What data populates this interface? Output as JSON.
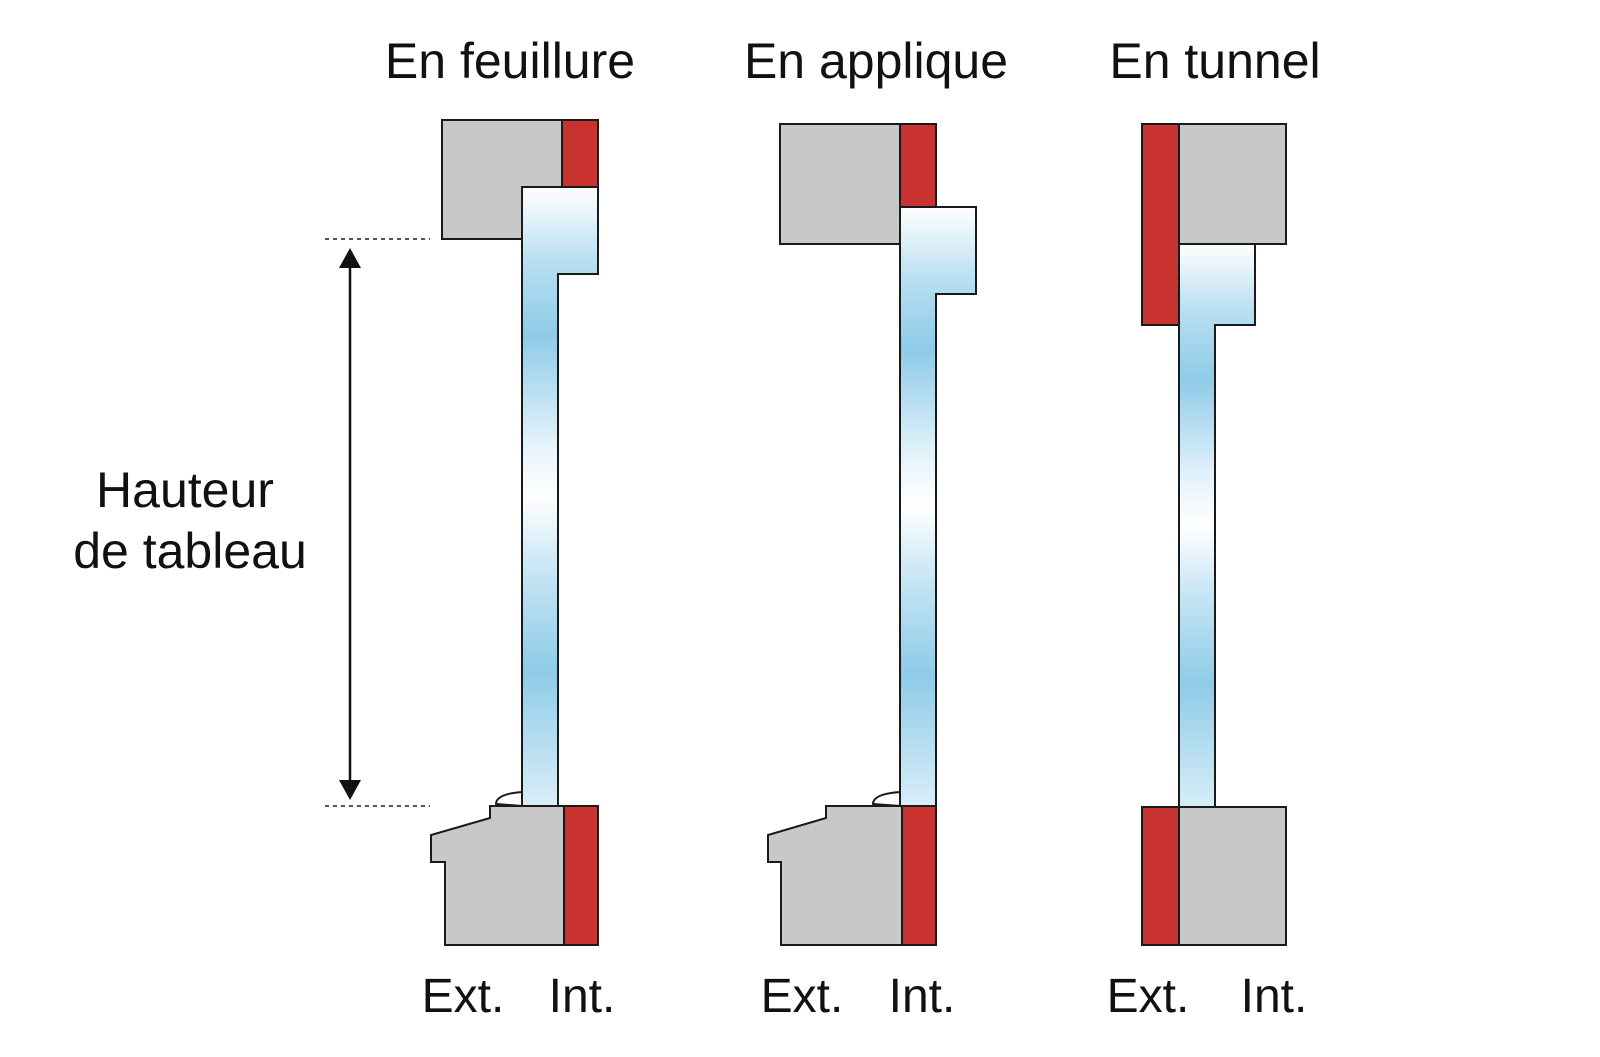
{
  "panels": [
    {
      "title": "En feuillure",
      "exterior_label": "Ext.",
      "interior_label": "Int."
    },
    {
      "title": "En applique",
      "exterior_label": "Ext.",
      "interior_label": "Int."
    },
    {
      "title": "En tunnel",
      "exterior_label": "Ext.",
      "interior_label": "Int."
    }
  ],
  "dimension": {
    "label_line1": "Hauteur",
    "label_line2": "de tableau"
  },
  "colors": {
    "frame": "#c8c8c8",
    "seal": "#c8332f",
    "glass_blue": "#8ecbe8",
    "glass_light": "#ffffff",
    "outline": "#1a1a1a"
  }
}
